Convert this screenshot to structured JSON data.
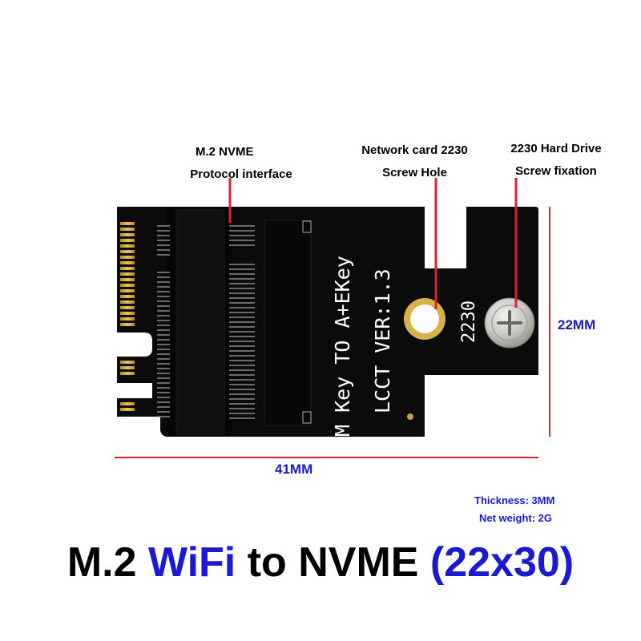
{
  "labels": {
    "nvme_line1": "M.2 NVME",
    "nvme_line2": "Protocol interface",
    "network_line1": "Network card 2230",
    "network_line2": "Screw Hole",
    "drive_line1": "2230 Hard Drive",
    "drive_line2": "Screw fixation"
  },
  "dimensions": {
    "height": "22MM",
    "width": "41MM"
  },
  "specs": {
    "thickness": "Thickness: 3MM",
    "weight": "Net weight: 2G"
  },
  "board": {
    "silk_line1": "M Key TO A+EKey",
    "silk_line2": "LCCT VER:1.3",
    "silk_size": "2230"
  },
  "title": {
    "part1": "M.2 ",
    "part2": "WiFi",
    "part3": " to NVME ",
    "part4": "(22x30)"
  },
  "colors": {
    "accent_blue": "#1a1ad0",
    "marker_red": "#e0202e",
    "pcb_black": "#0b0b0b",
    "gold": "#c9a032"
  }
}
